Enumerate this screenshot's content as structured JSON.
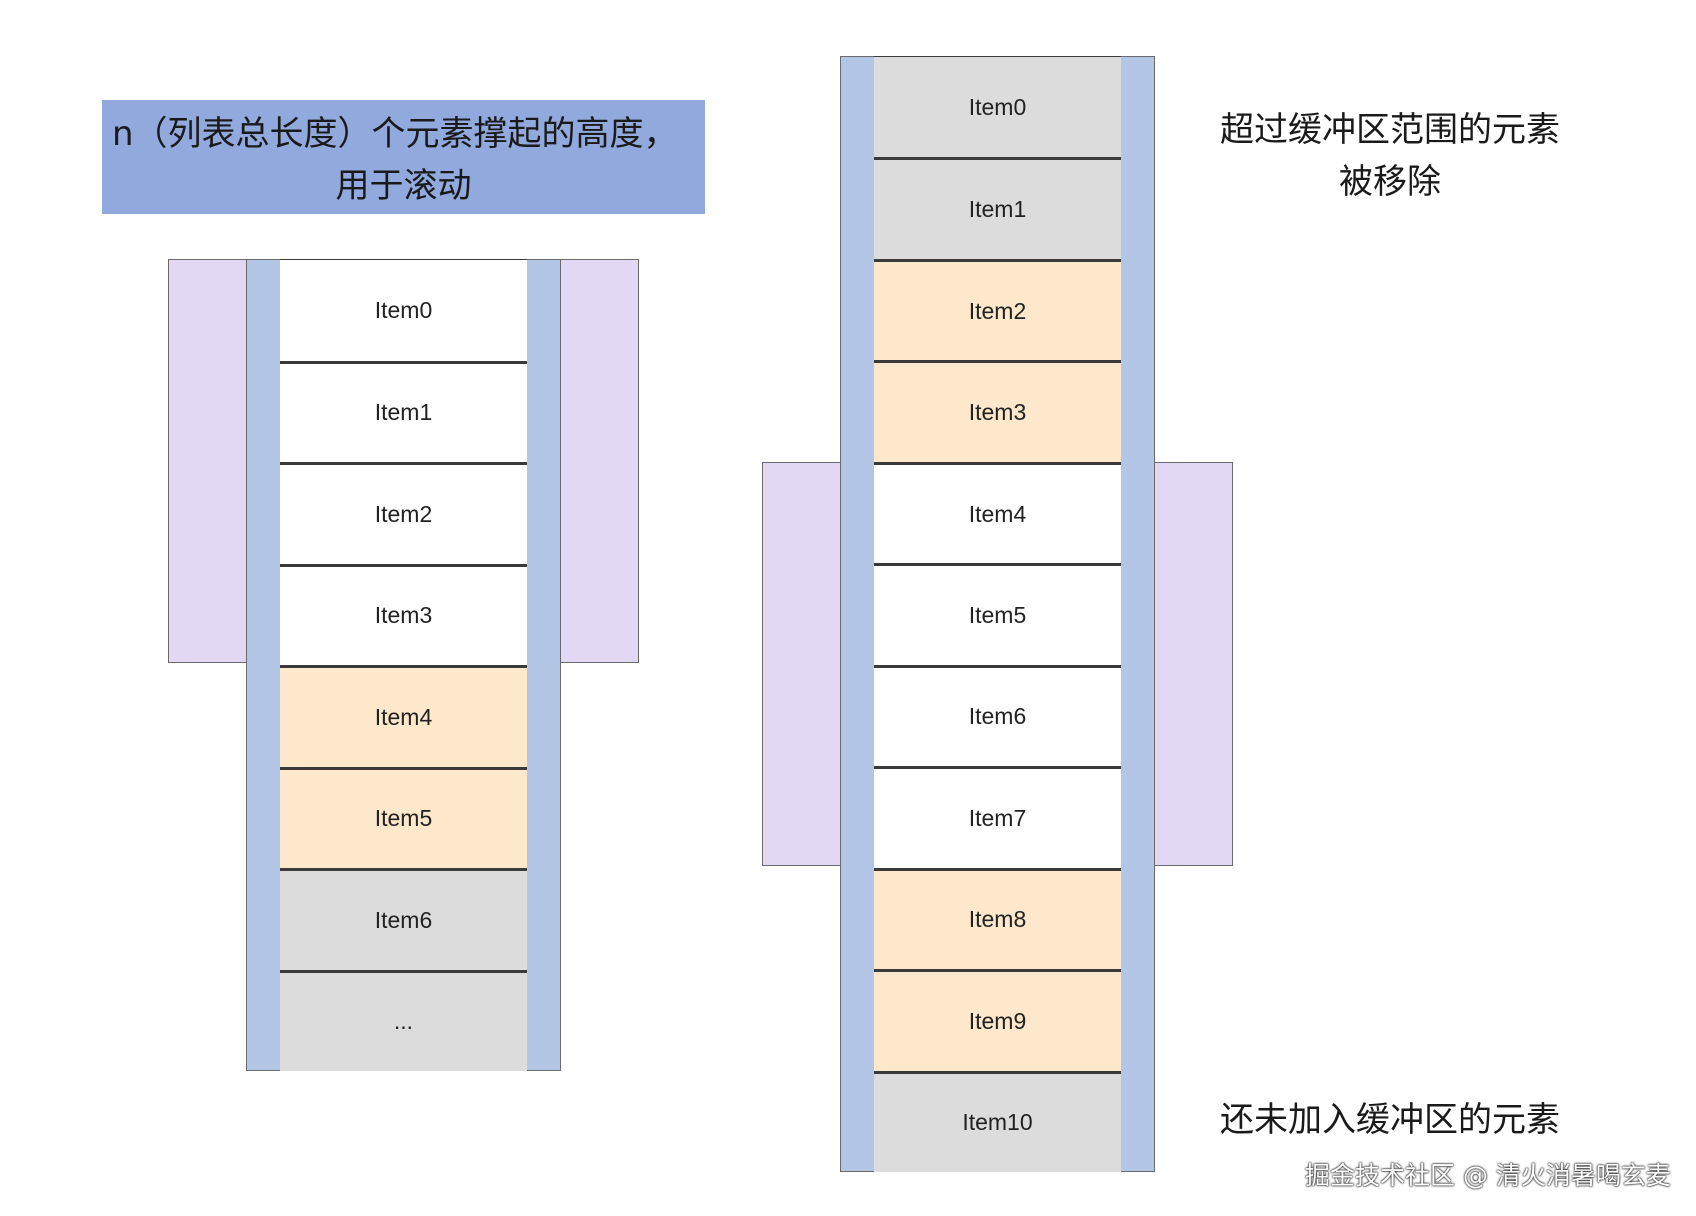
{
  "title_box": {
    "line1": "n（列表总长度）个元素撑起的高度，",
    "line2": "用于滚动"
  },
  "left_list": {
    "items": [
      {
        "label": "Item0",
        "state": "white"
      },
      {
        "label": "Item1",
        "state": "white"
      },
      {
        "label": "Item2",
        "state": "white"
      },
      {
        "label": "Item3",
        "state": "white"
      },
      {
        "label": "Item4",
        "state": "buffer"
      },
      {
        "label": "Item5",
        "state": "buffer"
      },
      {
        "label": "Item6",
        "state": "gray"
      },
      {
        "label": "...",
        "state": "gray"
      }
    ]
  },
  "right_list": {
    "items": [
      {
        "label": "Item0",
        "state": "gray"
      },
      {
        "label": "Item1",
        "state": "gray"
      },
      {
        "label": "Item2",
        "state": "buffer"
      },
      {
        "label": "Item3",
        "state": "buffer"
      },
      {
        "label": "Item4",
        "state": "white"
      },
      {
        "label": "Item5",
        "state": "white"
      },
      {
        "label": "Item6",
        "state": "white"
      },
      {
        "label": "Item7",
        "state": "white"
      },
      {
        "label": "Item8",
        "state": "buffer"
      },
      {
        "label": "Item9",
        "state": "buffer"
      },
      {
        "label": "Item10",
        "state": "gray"
      }
    ]
  },
  "annotations": {
    "removed_line1": "超过缓冲区范围的元素",
    "removed_line2": "被移除",
    "not_added": "还未加入缓冲区的元素"
  },
  "watermark": "掘金技术社区 @ 清火消暑喝玄麦",
  "colors": {
    "title_bg": "#91a9dd",
    "viewport": "#e2d8f3",
    "container": "#b4c6e6",
    "item_white": "#ffffff",
    "item_buffer": "#fde8cc",
    "item_gray": "#dcdcdc"
  }
}
